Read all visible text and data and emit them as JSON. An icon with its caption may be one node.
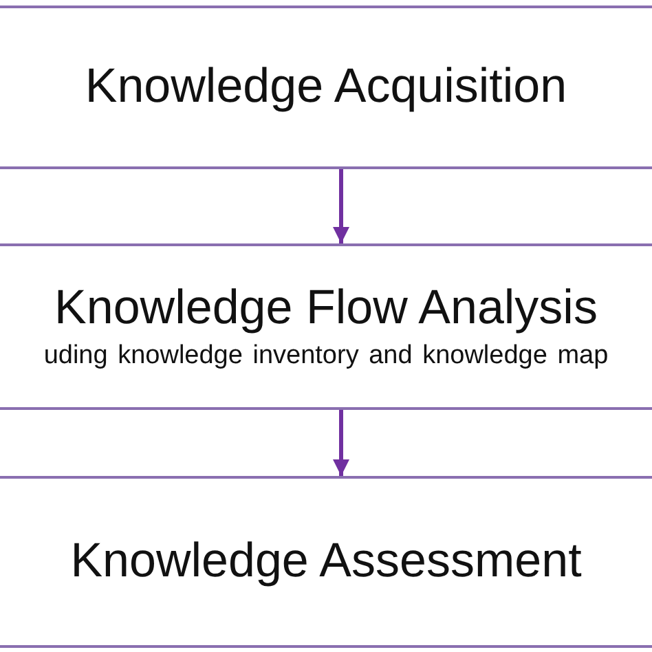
{
  "diagram": {
    "nodes": [
      {
        "text": [
          "Knowledge Acquisition"
        ]
      },
      {
        "text": [
          "Knowledge Flow Analysis",
          "uding knowledge inventory and knowledge map"
        ]
      },
      {
        "text": [
          "Knowledge Assessment"
        ]
      }
    ],
    "edges": [
      {
        "from": 0,
        "to": 1,
        "arrow": "to"
      },
      {
        "from": 1,
        "to": 2,
        "arrow": "to"
      }
    ]
  }
}
